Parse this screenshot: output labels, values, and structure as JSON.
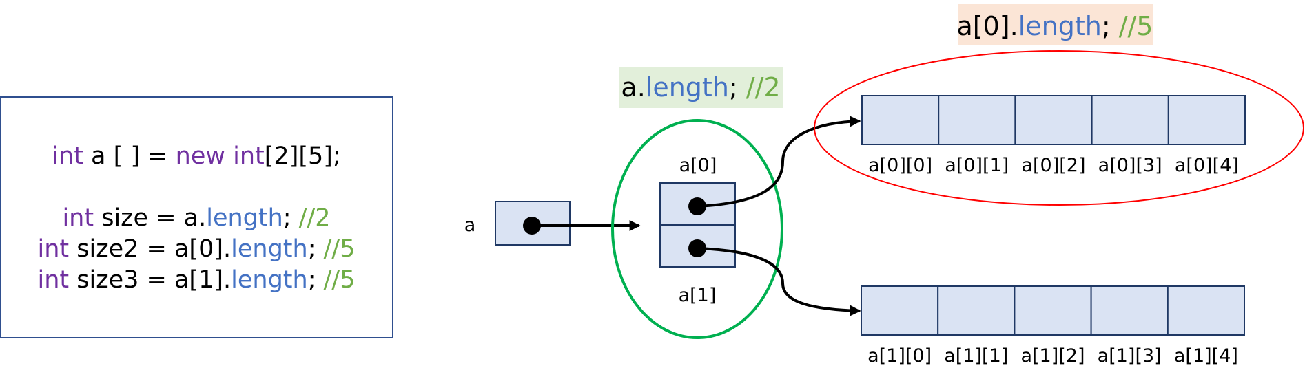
{
  "colors": {
    "keyword": "#7030A0",
    "property": "#4472C4",
    "comment": "#70AD47",
    "text": "#000000",
    "cell_fill": "#DAE3F3",
    "cell_stroke": "#1F3864",
    "green_ellipse": "#00B050",
    "red_ellipse": "#FF0000",
    "green_banner_bg": "#E2EFDA",
    "peach_banner_bg": "#FBE5D6"
  },
  "code": {
    "line1": {
      "kw1": "int",
      "t1": " a [ ] = ",
      "kw2": "new",
      "sp": " ",
      "kw3": "int",
      "t2": "[2][5];"
    },
    "line2": {
      "kw": "int",
      "t1": " size = a.",
      "prop": "length",
      "t2": "; ",
      "comment": "//2"
    },
    "line3": {
      "kw": "int",
      "t1": " size2 = a[0].",
      "prop": "length",
      "t2": "; ",
      "comment": "//5"
    },
    "line4": {
      "kw": "int",
      "t1": " size3 = a[1].",
      "prop": "length",
      "t2": "; ",
      "comment": "//5"
    }
  },
  "ref": {
    "label": "a"
  },
  "outer": {
    "top_label": "a[0]",
    "bottom_label": "a[1]"
  },
  "banner_outer": {
    "t1": "a.",
    "prop": "length",
    "t2": "; ",
    "comment": "//2"
  },
  "banner_inner": {
    "t1": "a[0].",
    "prop": "length",
    "t2": "; ",
    "comment": "//5"
  },
  "row0": {
    "labels": [
      "a[0][0]",
      "a[0][1]",
      "a[0][2]",
      "a[0][3]",
      "a[0][4]"
    ]
  },
  "row1": {
    "labels": [
      "a[1][0]",
      "a[1][1]",
      "a[1][2]",
      "a[1][3]",
      "a[1][4]"
    ]
  }
}
